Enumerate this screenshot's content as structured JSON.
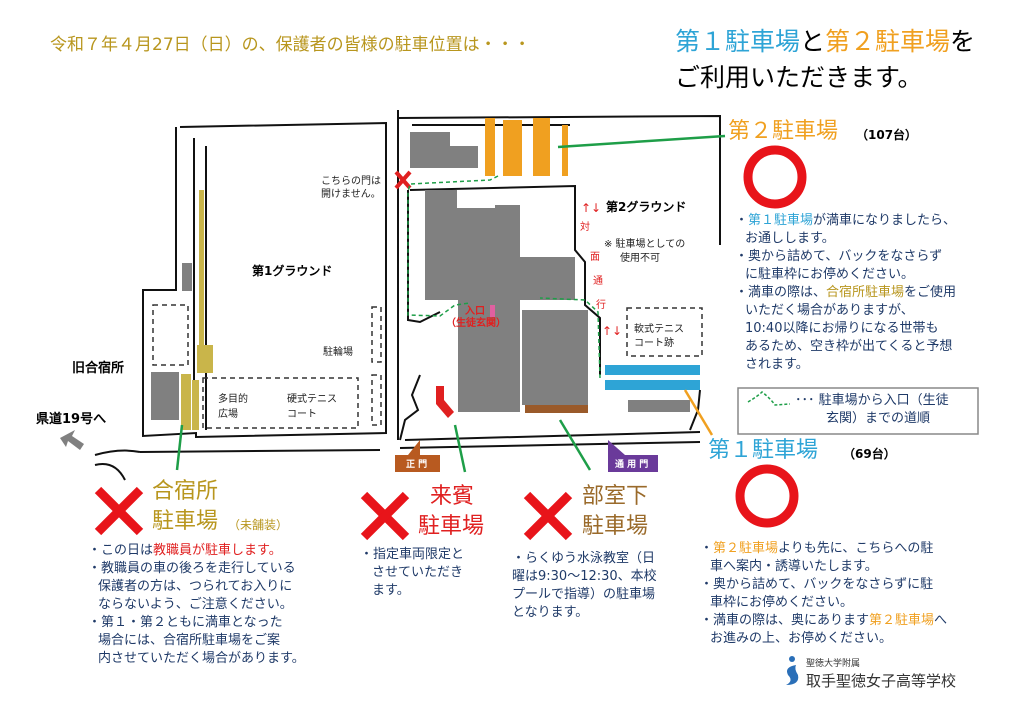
{
  "header": {
    "date_line": "令和７年４月27日（日）の、保護者の皆様の駐車位置は・・・",
    "lot1": "第１駐車場",
    "and": "と",
    "lot2": "第２駐車場",
    "wo": "を",
    "line2": "ご利用いただきます。"
  },
  "map": {
    "ground1": "第1グラウンド",
    "ground2": "第2グラウンド",
    "ground2_note1": "※ 駐車場としての",
    "ground2_note2": "使用不可",
    "gate_closed1": "こちらの門は",
    "gate_closed2": "開けません。",
    "old_camp": "旧合宿所",
    "route19": "県道19号へ",
    "bike": "駐輪場",
    "multi1": "多目的",
    "multi2": "広場",
    "tennis_hard1": "硬式テニス",
    "tennis_hard2": "コート",
    "tennis_soft1": "軟式テニス",
    "tennis_soft2": "コート跡",
    "entrance1": "入口",
    "entrance2": "（生徒玄関）",
    "two_way": [
      "対",
      "面",
      "通",
      "行"
    ],
    "main_gate": "正 門",
    "service_gate": "通 用 門"
  },
  "lot2": {
    "title": "第２駐車場",
    "count": "（107台）",
    "notes": [
      {
        "a": "第１駐車場",
        "b": "が満車になりましたら、",
        "c": "お通しします。"
      },
      {
        "a": "奥から詰めて、バックをなさらず",
        "c": "に駐車枠にお停めください。"
      },
      {
        "a": "満車の際は、",
        "b": "合宿所駐車場",
        "d": "をご使用",
        "c": "いただく場合がありますが、",
        "e": "10:40以降にお帰りになる世帯も",
        "f": "あるため、空き枠が出てくると予想",
        "g": "されます。"
      }
    ],
    "legend1": "･･･ 駐車場から入口（生徒",
    "legend2": "玄関）までの道順"
  },
  "lot1": {
    "title": "第１駐車場",
    "count": "（69台）",
    "notes": [
      {
        "a": "第２駐車場",
        "b": "よりも先に、こちらへの駐",
        "c": "車へ案内・誘導いたします。"
      },
      {
        "a": "奥から詰めて、バックをなさらずに駐",
        "c": "車枠にお停めください。"
      },
      {
        "a": "満車の際は、奥にあります",
        "b": "第２駐車場",
        "d": "へ",
        "c": "お進みの上、お停めください。"
      }
    ]
  },
  "camp_lot": {
    "title1": "合宿所",
    "title2": "駐車場",
    "sub": "（未舗装）",
    "n1a": "この日は",
    "n1b": "教職員が駐車します。",
    "n2": [
      "教職員の車の後ろを走行している",
      "保護者の方は、つられてお入りに",
      "ならないよう、ご注意ください。"
    ],
    "n3": [
      "第１・第２ともに満車となった",
      "場合には、合宿所駐車場をご案",
      "内させていただく場合があります。"
    ]
  },
  "guest_lot": {
    "title1": "来賓",
    "title2": "駐車場",
    "notes": [
      "・指定車両限定と",
      "させていただき",
      "ます。"
    ]
  },
  "club_lot": {
    "title1": "部室下",
    "title2": "駐車場",
    "notes": [
      "・らくゆう水泳教室（日",
      "曜は9:30～12:30、本校",
      "プールで指導）の駐車場",
      "となります。"
    ]
  },
  "school": {
    "sub": "聖徳大学附属",
    "name": "取手聖徳女子高等学校"
  },
  "colors": {
    "blue": "#2ea4d6",
    "orange": "#f0a020",
    "gold": "#b8961e",
    "red": "#e02020",
    "navy": "#1f3a68",
    "green": "#1e9e48"
  }
}
